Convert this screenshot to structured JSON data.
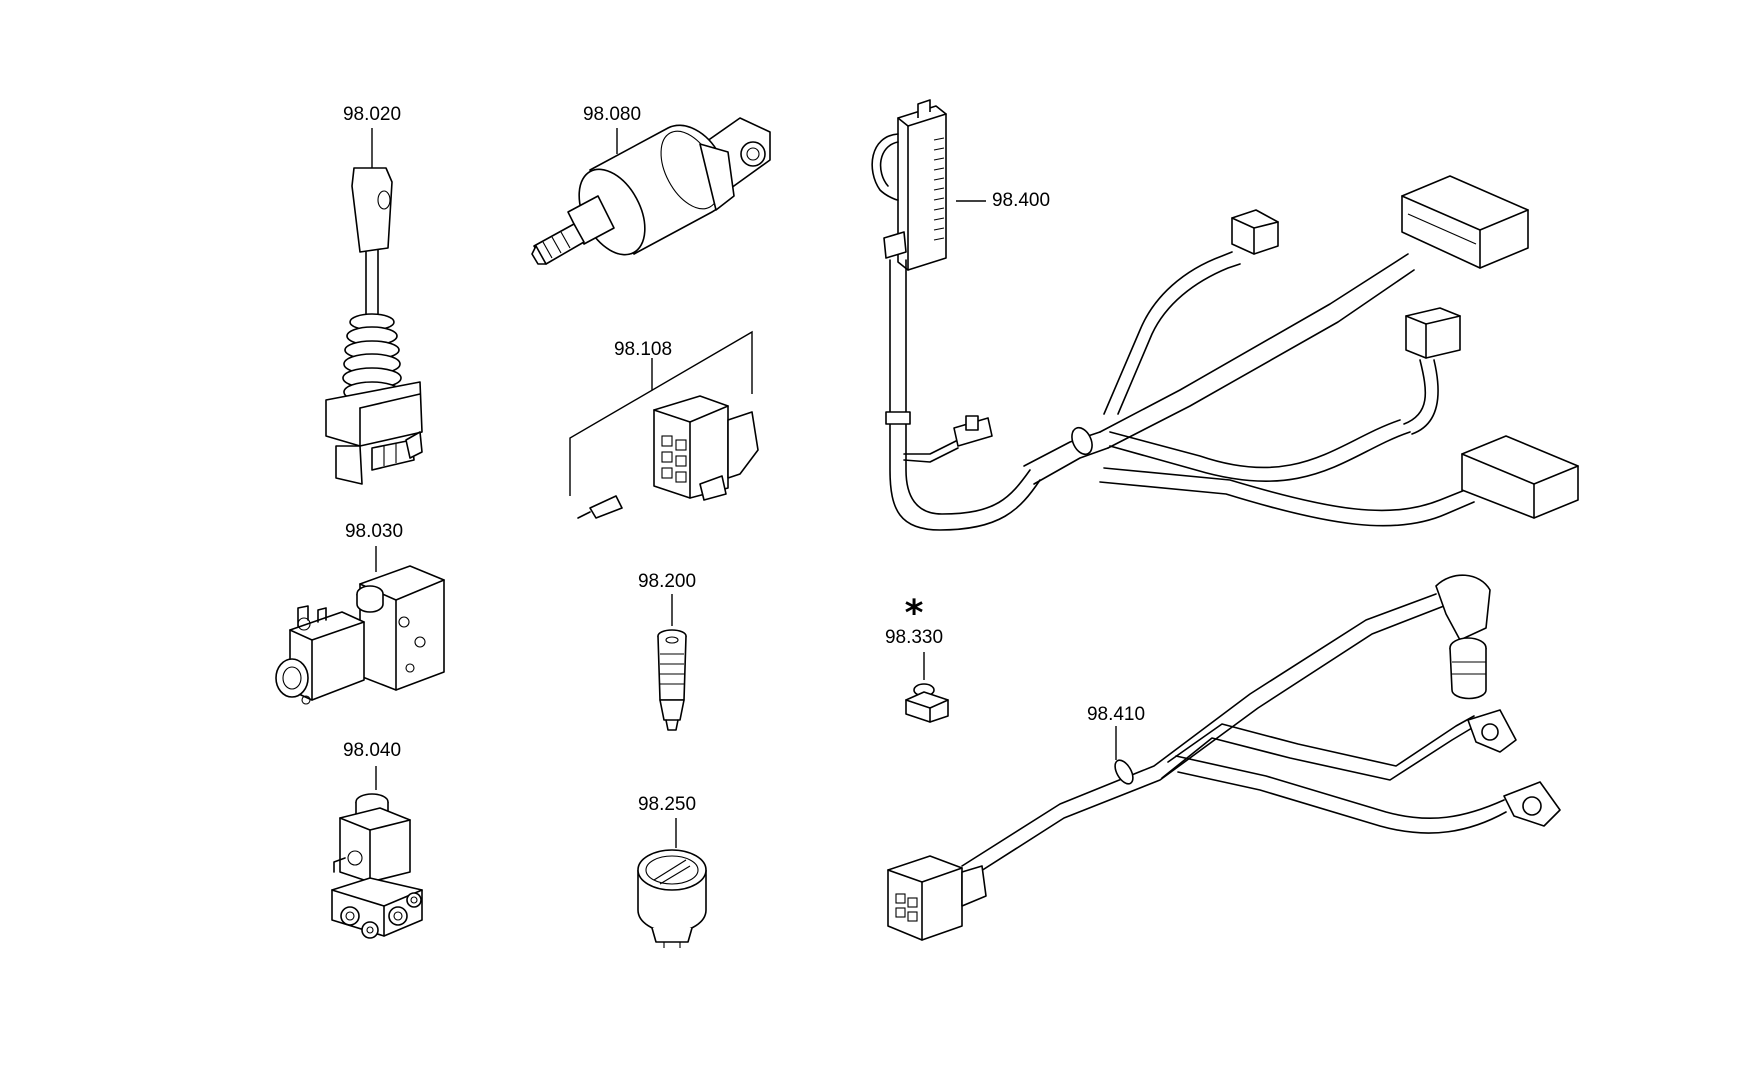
{
  "drawing": {
    "labels": {
      "p98020": "98.020",
      "p98080": "98.080",
      "p98108": "98.108",
      "p98030": "98.030",
      "p98200": "98.200",
      "p98040": "98.040",
      "p98250": "98.250",
      "p98400": "98.400",
      "p98330": "98.330",
      "p98410": "98.410"
    },
    "asterisk": "*"
  }
}
